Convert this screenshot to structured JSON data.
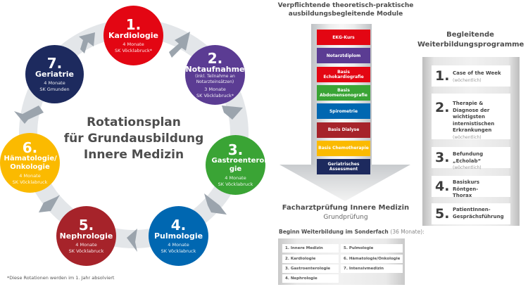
{
  "rotation_plan": {
    "title_lines": [
      "Rotationsplan",
      "für Grundausbildung",
      "Innere Medizin"
    ],
    "footnote": "*Diese Rotationen werden im 1. Jahr absolviert",
    "stations": [
      {
        "number": "1.",
        "name": "Kardiologie",
        "subtitle": "",
        "duration": "4 Monate",
        "location": "SK Vöcklabruck*",
        "color": "#e30613"
      },
      {
        "number": "2.",
        "name": "Notaufnahme",
        "subtitle": "(inkl. Teilnahme an Notarzteinsätzen)",
        "duration": "3 Monate",
        "location": "SK Vöcklabruck*",
        "color": "#5b3c93"
      },
      {
        "number": "3.",
        "name": "Gastroenterolo-gie",
        "subtitle": "",
        "duration": "4 Monate",
        "location": "SK Vöcklabruck",
        "color": "#3aa435"
      },
      {
        "number": "4.",
        "name": "Pulmologie",
        "subtitle": "",
        "duration": "4 Monate",
        "location": "SK Vöcklabruck",
        "color": "#0067b1"
      },
      {
        "number": "5.",
        "name": "Nephrologie",
        "subtitle": "",
        "duration": "4 Monate",
        "location": "SK Vöcklabruck",
        "color": "#a6232a"
      },
      {
        "number": "6.",
        "name": "Hämatologie/ Onkologie",
        "subtitle": "",
        "duration": "4 Monate",
        "location": "SK Vöcklabruck",
        "color": "#fbba00"
      },
      {
        "number": "7.",
        "name": "Geriatrie",
        "subtitle": "",
        "duration": "4 Monate",
        "location": "SK Gmunden",
        "color": "#1d2a5e"
      }
    ]
  },
  "modules": {
    "title_lines": [
      "Verpflichtende theoretisch-praktische",
      "ausbildungsbegleitende Module"
    ],
    "items": [
      {
        "label": "EKG-Kurs",
        "color": "#e30613"
      },
      {
        "label": "Notarztdiplom",
        "color": "#5b3c93"
      },
      {
        "label": "Basis Echokardiografie",
        "color": "#e30613"
      },
      {
        "label": "Basis Abdomensonografie",
        "color": "#3aa435"
      },
      {
        "label": "Spirometrie",
        "color": "#0067b1"
      },
      {
        "label": "Basis Dialyse",
        "color": "#a6232a"
      },
      {
        "label": "Basis Chemotherapie",
        "color": "#fbba00"
      },
      {
        "label": "Geriatrisches Assessment",
        "color": "#1d2a5e"
      }
    ]
  },
  "exam": {
    "title": "Facharztprüfung Innere Medizin",
    "subtitle": "Grundprüfung"
  },
  "specialty": {
    "title": "Beginn Weiterbildung im Sonderfach",
    "title_note": "(36 Monate):",
    "items": [
      "1. Innere Medizin",
      "2. Kardiologie",
      "3. Gastroenterologie",
      "4. Nephrologie",
      "5. Pulmologie",
      "6. Hämatologie/Onkologie",
      "7. Intensivmedizin"
    ]
  },
  "programs": {
    "title_lines": [
      "Begleitende",
      "Weiterbildungsprogramme"
    ],
    "items": [
      {
        "number": "1.",
        "text": "Case of the Week",
        "note": "(wöchentlich)"
      },
      {
        "number": "2.",
        "text": "Therapie & Diagnose der wichtigsten internistischen Erkrankungen",
        "note": "(wöchentlich)"
      },
      {
        "number": "3.",
        "text": "Befundung „Echolab“",
        "note": "(wöchentlich)"
      },
      {
        "number": "4.",
        "text": "Basiskurs Röntgen-Thorax",
        "note": ""
      },
      {
        "number": "5.",
        "text": "PatientInnen-Gesprächsführung",
        "note": ""
      }
    ]
  }
}
